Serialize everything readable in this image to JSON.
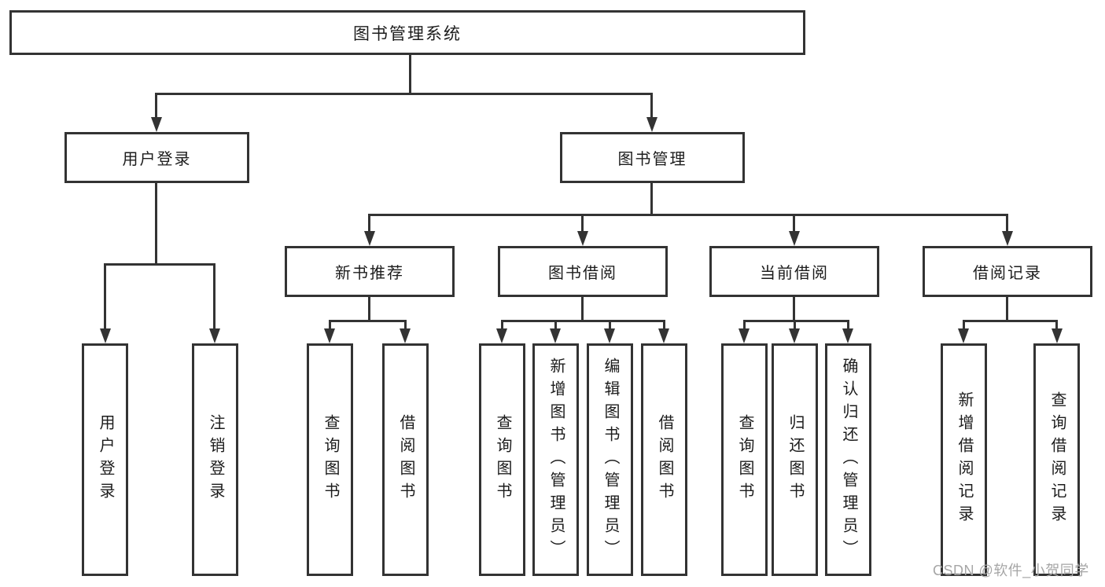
{
  "title": "图书管理系统",
  "watermark": "CSDN @软件_小贺同学",
  "tree": {
    "root": "图书管理系统",
    "children": [
      {
        "label": "用户登录",
        "children": [
          "用户登录",
          "注销登录"
        ]
      },
      {
        "label": "图书管理",
        "children": [
          {
            "label": "新书推荐",
            "children": [
              "查询图书",
              "借阅图书"
            ]
          },
          {
            "label": "图书借阅",
            "children": [
              "查询图书",
              "新增图书（管理员）",
              "编辑图书（管理员）",
              "借阅图书"
            ]
          },
          {
            "label": "当前借阅",
            "children": [
              "查询图书",
              "归还图书",
              "确认归还（管理员）"
            ]
          },
          {
            "label": "借阅记录",
            "children": [
              "新增借阅记录",
              "查询借阅记录"
            ]
          }
        ]
      }
    ]
  }
}
